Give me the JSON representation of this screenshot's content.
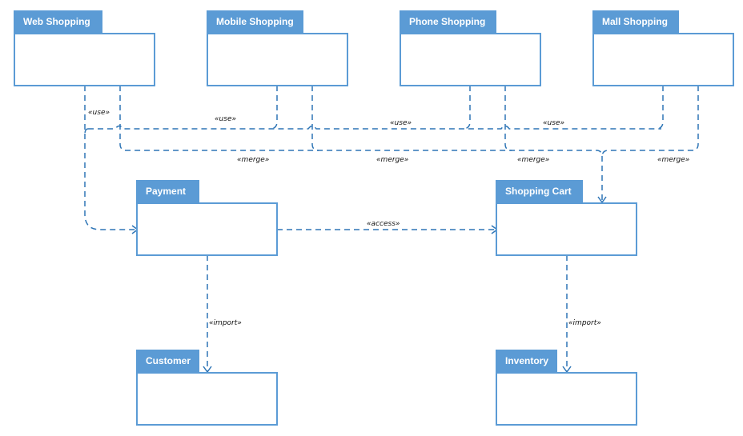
{
  "diagram": {
    "colors": {
      "accent": "#5b9bd5",
      "line": "#2e75b6",
      "text": "#111111"
    },
    "packages": {
      "web": "Web Shopping",
      "mobile": "Mobile Shopping",
      "phone": "Phone Shopping",
      "mall": "Mall Shopping",
      "payment": "Payment",
      "cart": "Shopping Cart",
      "customer": "Customer",
      "inventory": "Inventory"
    },
    "relations": {
      "use_web": "«use»",
      "use_mobile": "«use»",
      "use_phone": "«use»",
      "use_mall": "«use»",
      "merge_web": "«merge»",
      "merge_mobile": "«merge»",
      "merge_phone": "«merge»",
      "merge_mall": "«merge»",
      "access": "«access»",
      "import_payment": "«import»",
      "import_cart": "«import»"
    }
  }
}
